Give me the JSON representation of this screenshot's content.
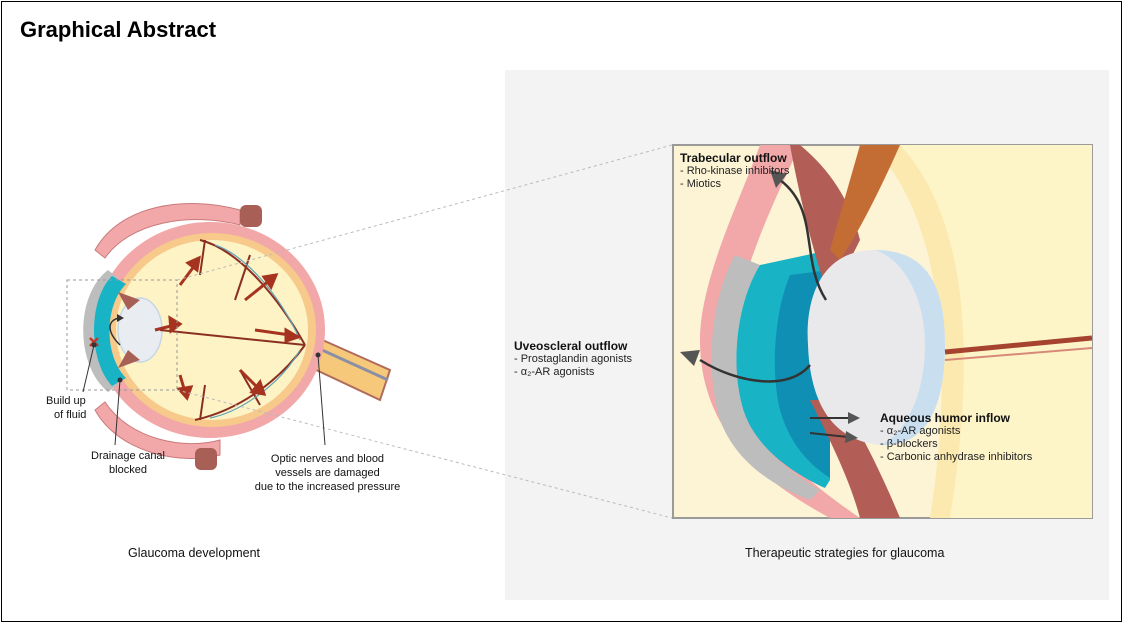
{
  "header": {
    "title": "Graphical Abstract"
  },
  "left_panel": {
    "caption": "Glaucoma development",
    "labels": {
      "fluid": [
        "Build up",
        "of fluid"
      ],
      "drainage": [
        "Drainage canal",
        "blocked"
      ],
      "optic": [
        "Optic nerves and blood",
        "vessels are damaged",
        "due to the increased pressure"
      ]
    }
  },
  "right_panel": {
    "caption": "Therapeutic strategies for glaucoma",
    "trabecular": {
      "title": "Trabecular outflow",
      "items": [
        "- Rho-kinase inhibitors",
        "- Miotics"
      ]
    },
    "uveoscleral": {
      "title": "Uveoscleral outflow",
      "items": [
        "- Prostaglandin agonists",
        "- α₂-AR agonists"
      ]
    },
    "aqueous": {
      "title": "Aqueous humor inflow",
      "items": [
        "- α₂-AR agonists",
        "- β-blockers",
        "- Carbonic anhydrase inhibitors"
      ]
    }
  },
  "colors": {
    "sclera": "#f2a7a9",
    "lens_fluid": "#fdf3c4",
    "cornea": "#19b3c6",
    "vessels": "#8b2f22",
    "gray": "#bdbdbd",
    "muscle": "#b25d55"
  }
}
